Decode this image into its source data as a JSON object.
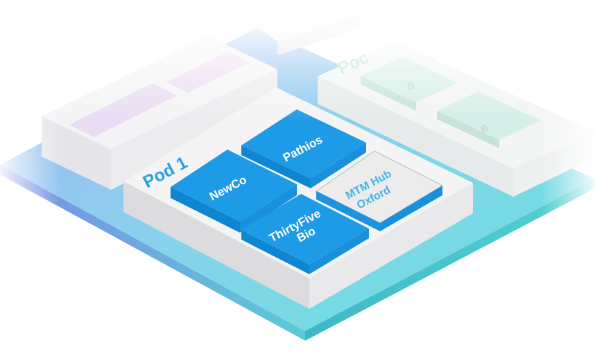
{
  "pods": {
    "main": {
      "label": "Pod 1"
    },
    "back_right": {
      "label": "Poc",
      "chip_labels": [
        "B",
        "B"
      ]
    }
  },
  "blocks": {
    "newco": "NewCo",
    "pathios": "Pathios",
    "thirtyfive_line1": "ThirtyFive",
    "thirtyfive_line2": "Bio",
    "mtm_line1": "MTM Hub",
    "mtm_line2": "Oxford"
  },
  "colors": {
    "block_blue": "#1e9be6",
    "hub_gray": "#ececec",
    "pod_label": "#2a9fe0",
    "base_top_from": "#8ea7ee",
    "base_top_to": "#6fe1df"
  }
}
